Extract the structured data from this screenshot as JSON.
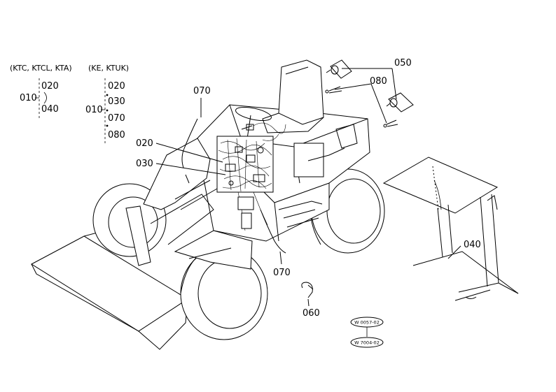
{
  "variants": {
    "group_a": {
      "title": "(KTC, KTCL, KTA)",
      "root": "010",
      "items": [
        "020",
        "040"
      ]
    },
    "group_b": {
      "title": "(KE, KTUK)",
      "root": "010",
      "items": [
        "020",
        "030",
        "070",
        "080"
      ]
    }
  },
  "callouts": {
    "c070_top": "070",
    "c020": "020",
    "c030": "030",
    "c050": "050",
    "c080": "080",
    "c040": "040",
    "c070_bottom": "070",
    "c060": "060"
  },
  "refs": {
    "ref_1": "W 0057-02",
    "ref_2": "W 7004-02"
  }
}
